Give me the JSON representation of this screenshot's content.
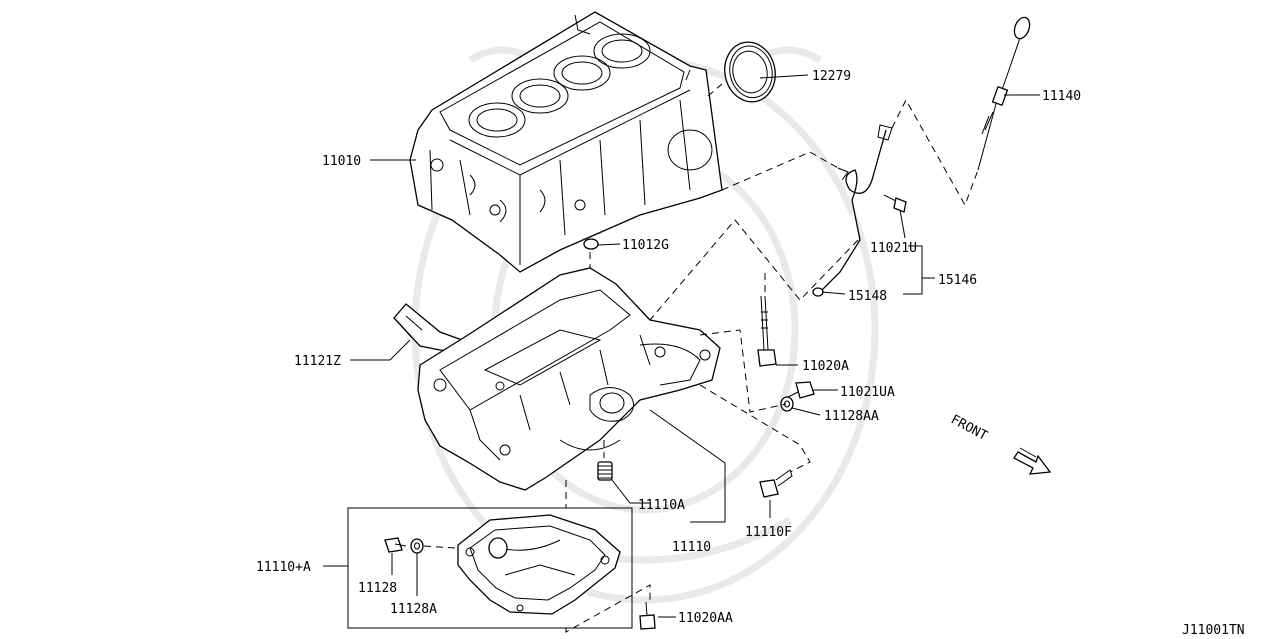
{
  "labels": {
    "l11010": "11010",
    "l12279": "12279",
    "l11140": "11140",
    "l11021U": "11021U",
    "l15146": "15146",
    "l15148": "15148",
    "l11012G": "11012G",
    "l11121Z": "11121Z",
    "l11020A": "11020A",
    "l11021UA": "11021UA",
    "l11128AA": "11128AA",
    "l11110A": "11110A",
    "l11110": "11110",
    "l11110F": "11110F",
    "l11110pA": "11110+A",
    "l11128": "11128",
    "l11128A": "11128A",
    "l11020AA": "11020AA"
  },
  "direction_label": "FRONT",
  "diagram_code": "J11001TN"
}
